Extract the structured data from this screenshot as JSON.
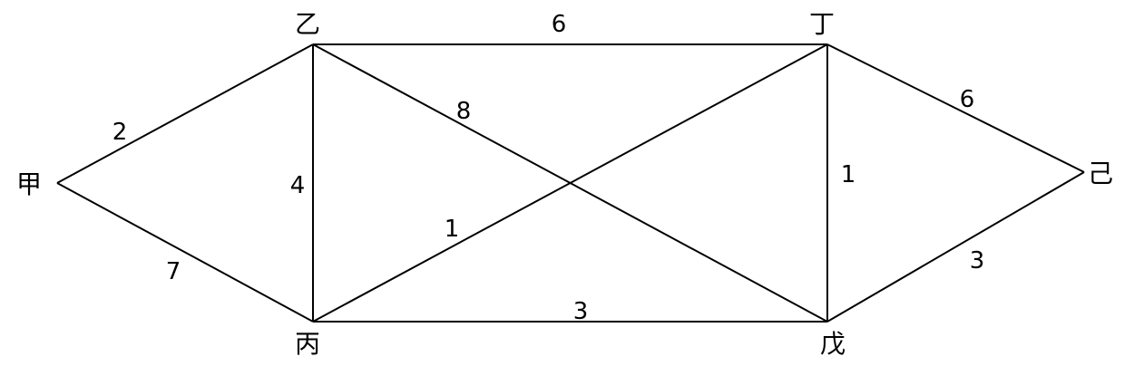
{
  "nodes": [
    {
      "id": "jia",
      "label": "甲"
    },
    {
      "id": "yi",
      "label": "乙"
    },
    {
      "id": "bing",
      "label": "丙"
    },
    {
      "id": "ding",
      "label": "丁"
    },
    {
      "id": "wu",
      "label": "戊"
    },
    {
      "id": "ji",
      "label": "己"
    }
  ],
  "edges": [
    {
      "from": "jia",
      "to": "yi",
      "weight": "2"
    },
    {
      "from": "jia",
      "to": "bing",
      "weight": "7"
    },
    {
      "from": "yi",
      "to": "bing",
      "weight": "4"
    },
    {
      "from": "yi",
      "to": "ding",
      "weight": "6"
    },
    {
      "from": "yi",
      "to": "wu",
      "weight": "8"
    },
    {
      "from": "bing",
      "to": "ding",
      "weight": "1"
    },
    {
      "from": "bing",
      "to": "wu",
      "weight": "3"
    },
    {
      "from": "ding",
      "to": "wu",
      "weight": "1"
    },
    {
      "from": "ding",
      "to": "ji",
      "weight": "6"
    },
    {
      "from": "wu",
      "to": "ji",
      "weight": "3"
    }
  ]
}
